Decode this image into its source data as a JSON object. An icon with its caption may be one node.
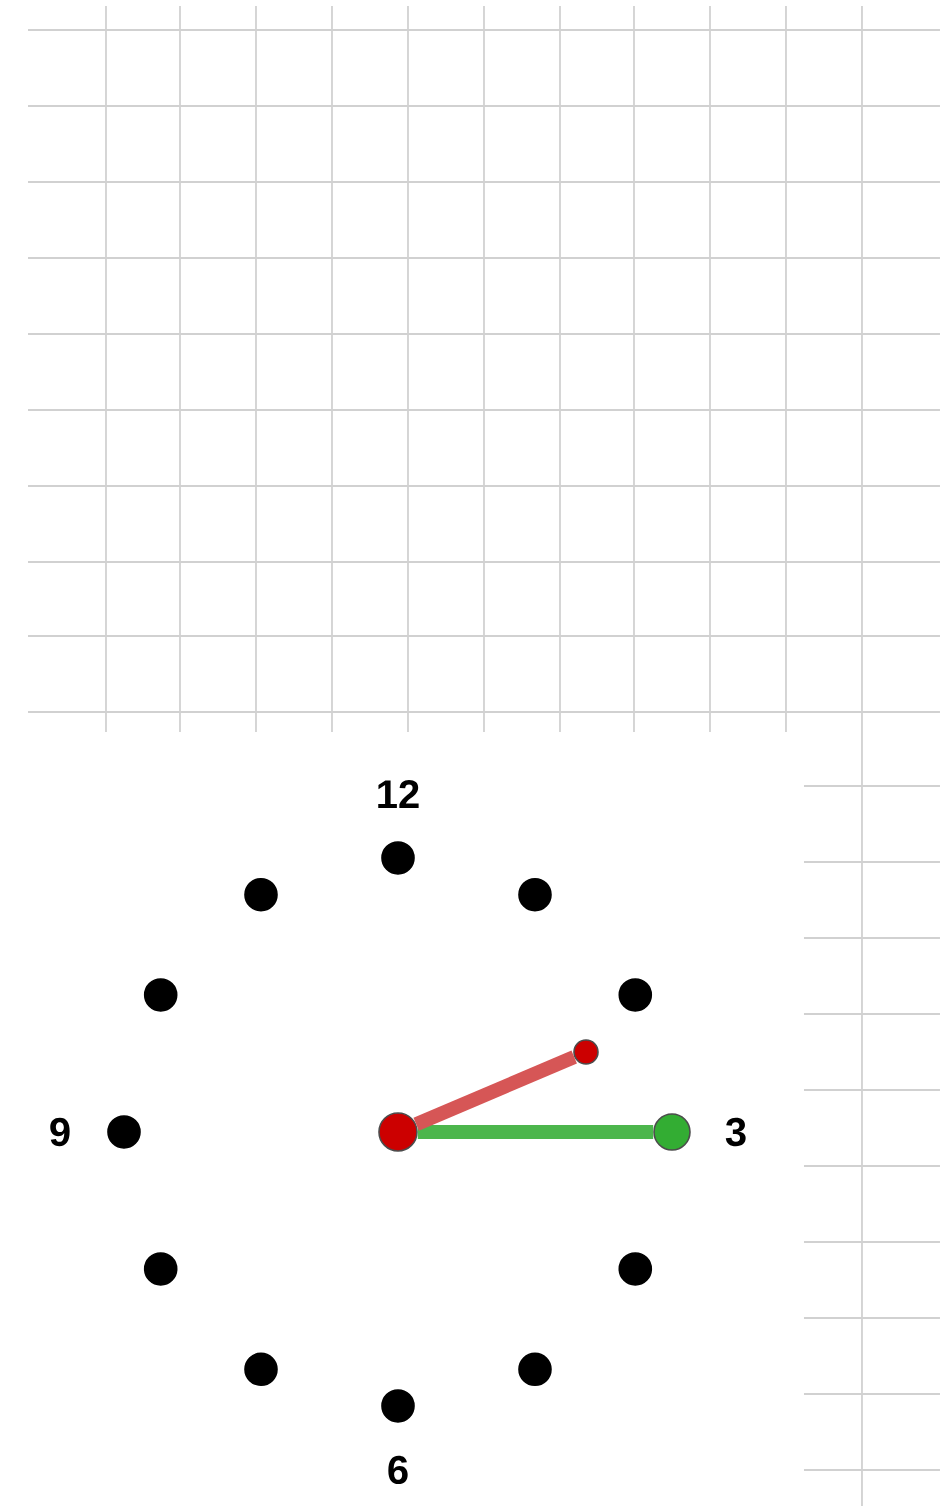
{
  "diagram": {
    "nodes": [
      {
        "text": [],
        "shape": "circle",
        "beside": [
          "12"
        ]
      },
      {
        "text": [],
        "shape": "circle"
      },
      {
        "text": [],
        "shape": "circle"
      },
      {
        "text": [],
        "shape": "circle",
        "beside": [
          "3"
        ]
      },
      {
        "text": [],
        "shape": "circle"
      },
      {
        "text": [],
        "shape": "circle"
      },
      {
        "text": [],
        "shape": "circle",
        "beside": [
          "6"
        ]
      },
      {
        "text": [],
        "shape": "circle"
      },
      {
        "text": [],
        "shape": "circle"
      },
      {
        "text": [],
        "shape": "circle",
        "beside": [
          "9"
        ]
      },
      {
        "text": [],
        "shape": "circle"
      },
      {
        "text": [],
        "shape": "circle"
      },
      {
        "text": [],
        "shape": "circle"
      },
      {
        "text": [],
        "shape": "circle"
      }
    ],
    "edges": [
      {
        "from": 12,
        "to": 3,
        "arrow": "none",
        "color": "#4cb64c"
      },
      {
        "from": 12,
        "to": 13,
        "arrow": "none",
        "color": "#d65656"
      }
    ]
  }
}
